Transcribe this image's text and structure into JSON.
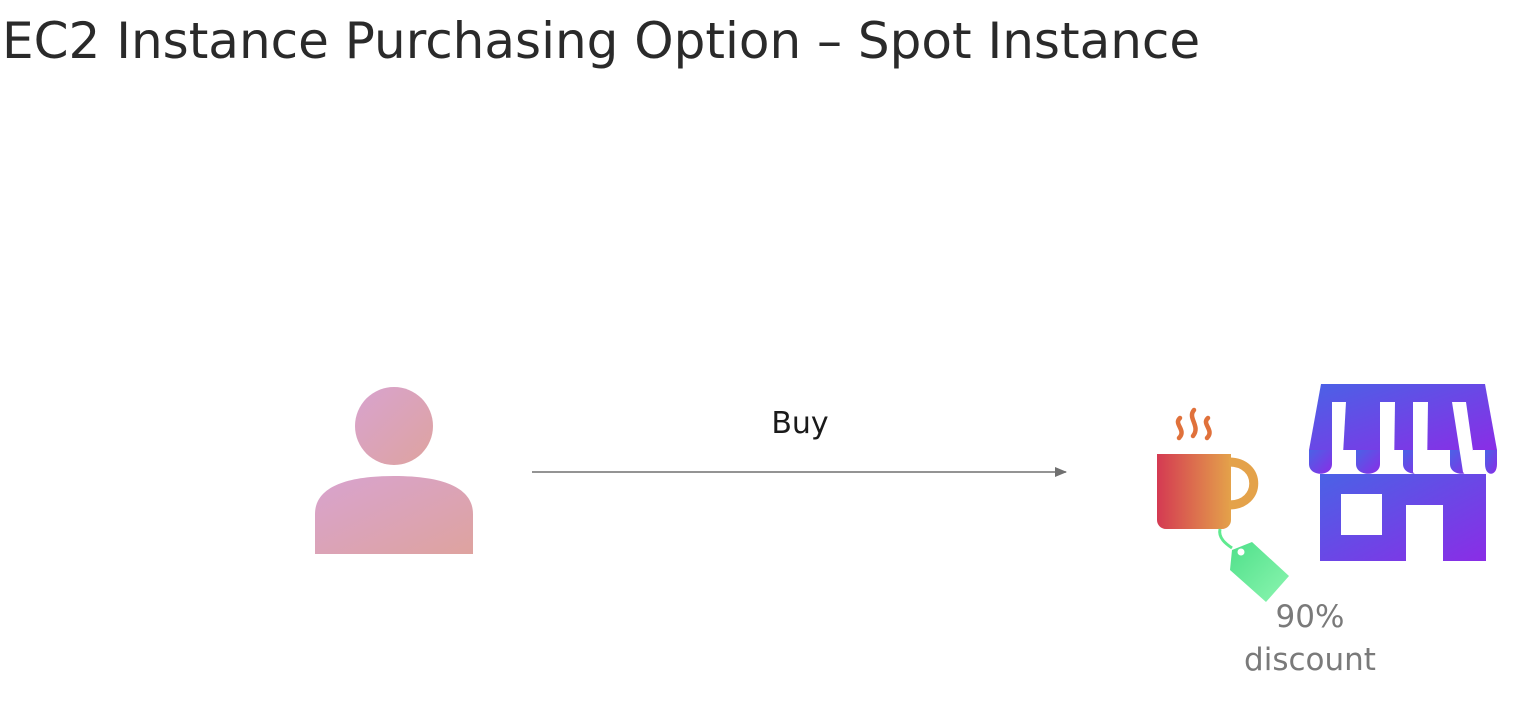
{
  "title": "EC2 Instance Purchasing Option – Spot Instance",
  "diagram": {
    "arrow_label": "Buy",
    "discount": {
      "line1": "90%",
      "line2": "discount"
    },
    "icons": {
      "customer": "person-icon",
      "product": "coffee-mug-icon",
      "price_tag": "price-tag-icon",
      "shop": "storefront-icon"
    },
    "colors": {
      "person_start": "#d8a3cf",
      "person_end": "#dea39f",
      "mug_start": "#d43a52",
      "mug_end": "#e4a24a",
      "steam": "#e0713b",
      "tag": "#5fea8f",
      "shop_start": "#4a62e6",
      "shop_end": "#8a2de6",
      "arrow": "#707070"
    }
  }
}
